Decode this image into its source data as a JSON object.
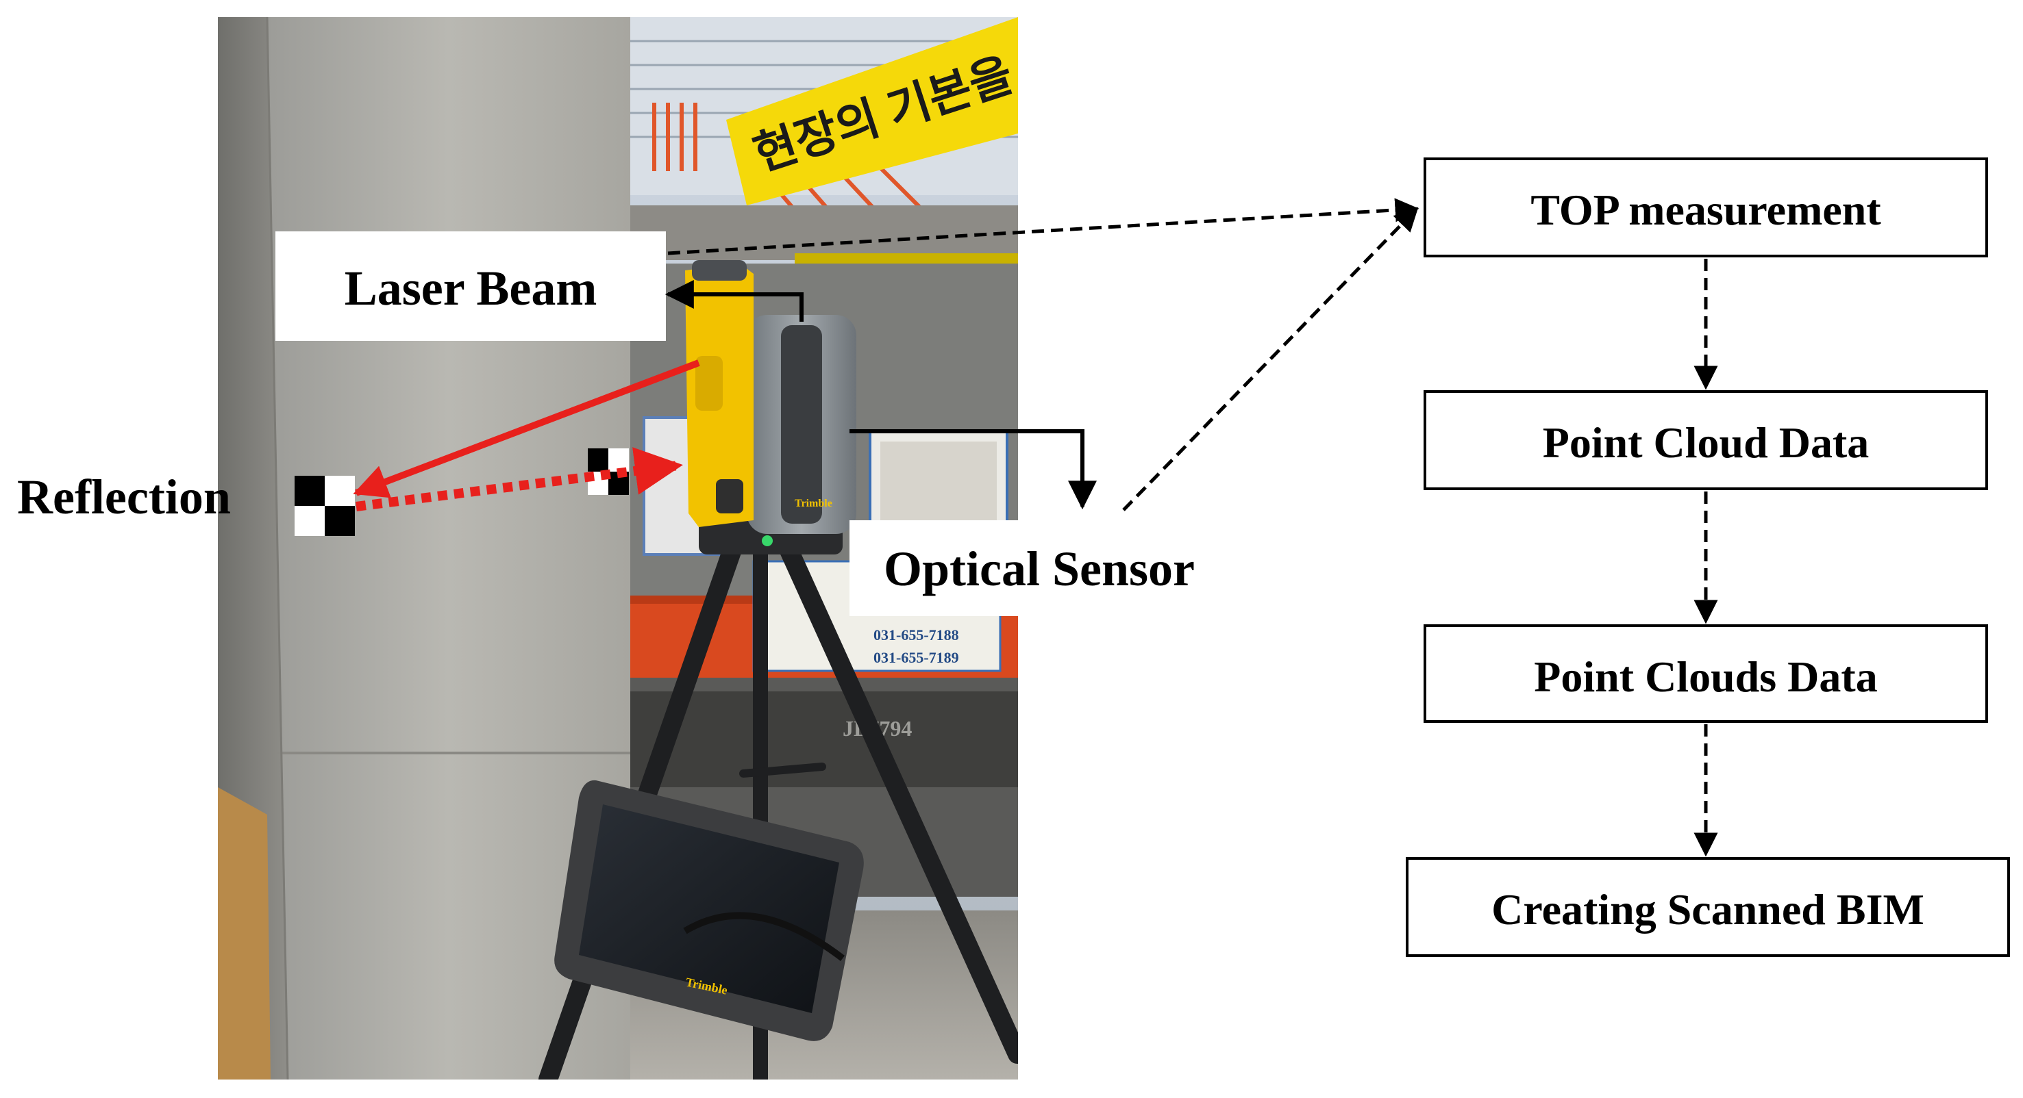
{
  "photo": {
    "banner_text": "현장의 기본을",
    "device_brand": "Trimble",
    "placard_phone_1": "031-655-7188",
    "placard_phone_2": "031-655-7189",
    "equipment_id": "JL7794"
  },
  "labels": {
    "laser_beam": "Laser Beam",
    "reflection": "Reflection",
    "optical_sensor": "Optical Sensor"
  },
  "flow": {
    "steps": [
      "TOP measurement",
      "Point Cloud Data",
      "Point Clouds Data",
      "Creating Scanned BIM"
    ]
  },
  "colors": {
    "beam": "#e8201c",
    "arrow": "#000000",
    "box_border": "#000000",
    "device_yellow": "#f2c200",
    "device_grey": "#8a9196",
    "banner_yellow": "#f5d90a"
  }
}
